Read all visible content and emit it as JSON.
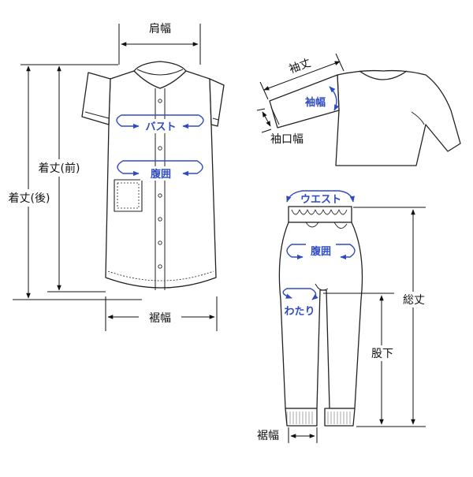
{
  "colors": {
    "outline": "#222222",
    "dimension": "#111111",
    "accent": "#2f4bc4",
    "garment_fill": "#ffffff"
  },
  "nightgown": {
    "shoulder_width": "肩幅",
    "length_front": "着丈(前)",
    "length_back": "着丈(後)",
    "bust": "バスト",
    "abdomen": "腹囲",
    "hem_width": "裾幅"
  },
  "sleeve_detail": {
    "sleeve_length": "袖丈",
    "sleeve_width": "袖幅",
    "cuff_width": "袖口幅"
  },
  "pants": {
    "waist": "ウエスト",
    "abdomen": "腹囲",
    "thigh": "わたり",
    "total_length": "総丈",
    "inseam": "股下",
    "hem_width": "裾幅"
  }
}
